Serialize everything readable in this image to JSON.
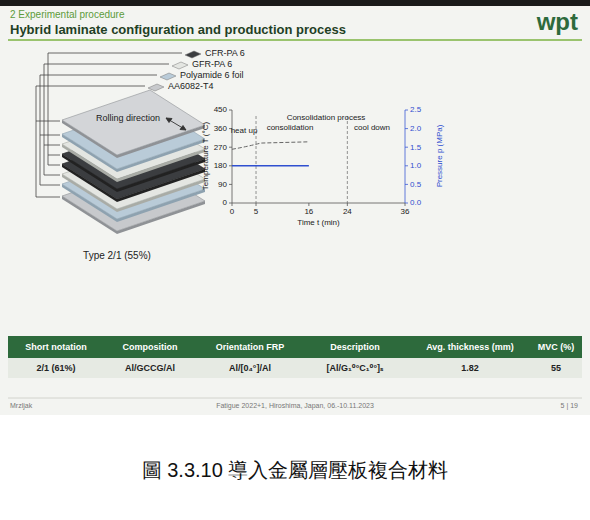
{
  "diagram": {
    "title": "Hybrid laminate configuration and production process",
    "caption": "圖 3.3.10 導入金屬層壓板複合材料",
    "labels": [
      "2 Experimental procedure",
      "wpt",
      "CFR-PA 6",
      "GFR-PA 6",
      "Polyamide 6 foil",
      "AA6082-T4",
      "Rolling direction",
      "Type 2/1 (55%)",
      "Consolidation process",
      "heat up",
      "consolidation",
      "cool down",
      "450",
      "360",
      "270",
      "180",
      "90",
      "0",
      "Temperature T (°C)",
      "2.5",
      "2.0",
      "1.5",
      "1.0",
      "0.5",
      "0.0",
      "Pressure p (MPa)",
      "0",
      "5",
      "16",
      "24",
      "36",
      "Time t (min)",
      "Short notation",
      "Composition",
      "Orientation FRP",
      "Description",
      "Avg. thickness (mm)",
      "MVC (%)",
      "2/1 (61%)",
      "Al/GCCG/Al",
      "Al/[0₄°]/Al",
      "[Al/G₁⁰°C₁⁰°]ₛ",
      "1.82",
      "55",
      "Mrzljak",
      "Fatigue 2022+1, Hiroshima, Japan, 06.-10.11.2023",
      "5 | 19"
    ]
  }
}
